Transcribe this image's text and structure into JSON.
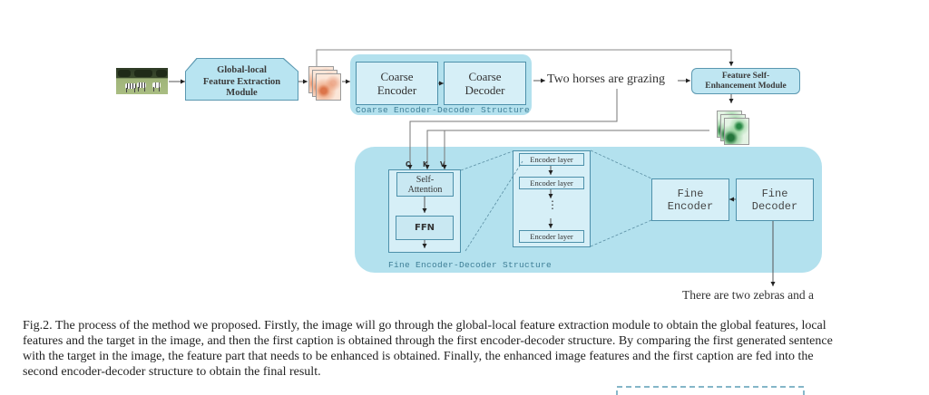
{
  "colors": {
    "panel": "#b3e1ee",
    "box_fill": "#d6eff7",
    "box_border": "#4d90aa",
    "label_teal": "#3f7f97",
    "heatmap_coarse": "#e08050",
    "heatmap_enhanced": "#2a9048"
  },
  "input_image": {
    "description": "photo of two zebras grazing on grass"
  },
  "global_local_module": {
    "lines": [
      "Global-local",
      "Feature Extraction",
      "Module"
    ]
  },
  "coarse": {
    "encoder_lines": [
      "Coarse",
      "Encoder"
    ],
    "decoder_lines": [
      "Coarse",
      "Decoder"
    ],
    "structure_label": "Coarse Encoder-Decoder Structure"
  },
  "first_caption": "Two horses are grazing",
  "enhancement_module": {
    "lines": [
      "Feature Self-",
      "Enhancement Module"
    ]
  },
  "fine": {
    "q_label": "Q",
    "k_label": "K",
    "v_label": "V",
    "self_attention_lines": [
      "Self-",
      "Attention"
    ],
    "ffn_label": "FFN",
    "encoder_layers": [
      "Encoder layer",
      "Encoder layer",
      "Encoder layer"
    ],
    "ellipsis": "⋮",
    "encoder_lines": [
      "Fine",
      "Encoder"
    ],
    "decoder_lines": [
      "Fine",
      "Decoder"
    ],
    "structure_label": "Fine Encoder-Decoder Structure"
  },
  "final_caption": "There are two zebras and a",
  "figure_caption": {
    "lines": [
      "Fig.2. The process of the method we proposed. Firstly, the image will go through the global-local feature extraction module to obtain the global features, local",
      "features and the target in the image, and then the first caption is obtained through the first encoder-decoder structure. By comparing the first generated sentence",
      "with the target in the image, the feature part that needs to be enhanced is obtained. Finally, the enhanced image features and the first caption are fed into the",
      "second encoder-decoder structure to obtain the final result."
    ]
  }
}
